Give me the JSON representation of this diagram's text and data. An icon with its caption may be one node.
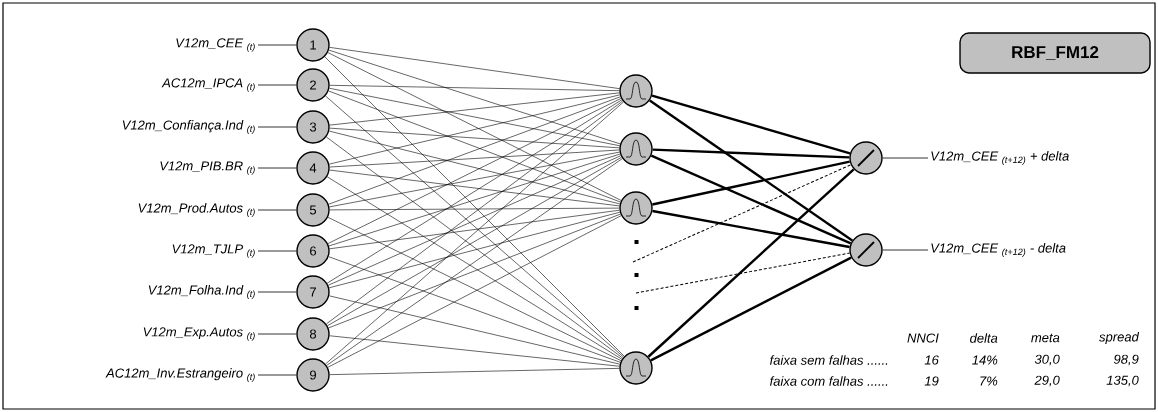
{
  "diagram": {
    "nodes": [
      {
        "text": [
          "V12m_CEE $_{(t)}$"
        ]
      },
      {
        "text": [
          "AC12m_IPCA $_{(t)}$"
        ]
      },
      {
        "text": [
          "V12m_Confiança.Ind $_{(t)}$"
        ]
      },
      {
        "text": [
          "V12m_PIB.BR $_{(t)}$"
        ]
      },
      {
        "text": [
          "V12m_Prod.Autos $_{(t)}$"
        ]
      },
      {
        "text": [
          "V12m_TJLP $_{(t)}$"
        ]
      },
      {
        "text": [
          "V12m_Folha.Ind $_{(t)}$"
        ]
      },
      {
        "text": [
          "V12m_Exp.Autos $_{(t)}$"
        ]
      },
      {
        "text": [
          "AC12m_Inv.Estrangeiro $_{(t)}$"
        ]
      },
      {
        "text": [
          "1"
        ]
      },
      {
        "text": [
          "2"
        ]
      },
      {
        "text": [
          "3"
        ]
      },
      {
        "text": [
          "4"
        ]
      },
      {
        "text": [
          "5"
        ]
      },
      {
        "text": [
          "6"
        ]
      },
      {
        "text": [
          "7"
        ]
      },
      {
        "text": [
          "8"
        ]
      },
      {
        "text": [
          "9"
        ]
      },
      {
        "text": [],
        "shape": "circle"
      },
      {
        "text": [],
        "shape": "circle"
      },
      {
        "text": [],
        "shape": "circle"
      },
      {
        "text": [],
        "shape": "circle"
      },
      {
        "text": [],
        "shape": "circle"
      },
      {
        "text": [],
        "shape": "circle"
      },
      {
        "text": [
          "V12m_CEE $_{(t+12)}$ + delta"
        ]
      },
      {
        "text": [
          "V12m_CEE $_{(t+12)}$ - delta"
        ]
      },
      {
        "text": [
          "RBF_FM12"
        ]
      }
    ],
    "edges": [
      {
        "from": 0,
        "to": 9,
        "arrow": "none"
      },
      {
        "from": 1,
        "to": 10,
        "arrow": "none"
      },
      {
        "from": 2,
        "to": 11,
        "arrow": "none"
      },
      {
        "from": 3,
        "to": 12,
        "arrow": "none"
      },
      {
        "from": 4,
        "to": 13,
        "arrow": "none"
      },
      {
        "from": 5,
        "to": 14,
        "arrow": "none"
      },
      {
        "from": 6,
        "to": 15,
        "arrow": "none"
      },
      {
        "from": 7,
        "to": 16,
        "arrow": "none"
      },
      {
        "from": 8,
        "to": 17,
        "arrow": "none"
      },
      {
        "from": 9,
        "to": 18,
        "arrow": "none"
      },
      {
        "from": 9,
        "to": 19,
        "arrow": "none"
      },
      {
        "from": 9,
        "to": 20,
        "arrow": "none"
      },
      {
        "from": 9,
        "to": 21,
        "arrow": "none"
      },
      {
        "from": 10,
        "to": 18,
        "arrow": "none"
      },
      {
        "from": 10,
        "to": 19,
        "arrow": "none"
      },
      {
        "from": 10,
        "to": 20,
        "arrow": "none"
      },
      {
        "from": 10,
        "to": 21,
        "arrow": "none"
      },
      {
        "from": 11,
        "to": 18,
        "arrow": "none"
      },
      {
        "from": 11,
        "to": 19,
        "arrow": "none"
      },
      {
        "from": 11,
        "to": 20,
        "arrow": "none"
      },
      {
        "from": 11,
        "to": 21,
        "arrow": "none"
      },
      {
        "from": 12,
        "to": 18,
        "arrow": "none"
      },
      {
        "from": 12,
        "to": 19,
        "arrow": "none"
      },
      {
        "from": 12,
        "to": 20,
        "arrow": "none"
      },
      {
        "from": 12,
        "to": 21,
        "arrow": "none"
      },
      {
        "from": 13,
        "to": 18,
        "arrow": "none"
      },
      {
        "from": 13,
        "to": 19,
        "arrow": "none"
      },
      {
        "from": 13,
        "to": 20,
        "arrow": "none"
      },
      {
        "from": 13,
        "to": 21,
        "arrow": "none"
      },
      {
        "from": 14,
        "to": 18,
        "arrow": "none"
      },
      {
        "from": 14,
        "to": 19,
        "arrow": "none"
      },
      {
        "from": 14,
        "to": 20,
        "arrow": "none"
      },
      {
        "from": 14,
        "to": 21,
        "arrow": "none"
      },
      {
        "from": 15,
        "to": 18,
        "arrow": "none"
      },
      {
        "from": 15,
        "to": 19,
        "arrow": "none"
      },
      {
        "from": 15,
        "to": 20,
        "arrow": "none"
      },
      {
        "from": 15,
        "to": 21,
        "arrow": "none"
      },
      {
        "from": 16,
        "to": 18,
        "arrow": "none"
      },
      {
        "from": 16,
        "to": 19,
        "arrow": "none"
      },
      {
        "from": 16,
        "to": 20,
        "arrow": "none"
      },
      {
        "from": 16,
        "to": 21,
        "arrow": "none"
      },
      {
        "from": 17,
        "to": 18,
        "arrow": "none"
      },
      {
        "from": 17,
        "to": 19,
        "arrow": "none"
      },
      {
        "from": 17,
        "to": 20,
        "arrow": "none"
      },
      {
        "from": 17,
        "to": 21,
        "arrow": "none"
      },
      {
        "from": 18,
        "to": 22,
        "arrow": "none",
        "style": "thick"
      },
      {
        "from": 18,
        "to": 23,
        "arrow": "none",
        "style": "thick"
      },
      {
        "from": 19,
        "to": 22,
        "arrow": "none",
        "style": "thick"
      },
      {
        "from": 19,
        "to": 23,
        "arrow": "none",
        "style": "thick"
      },
      {
        "from": 20,
        "to": 22,
        "arrow": "none",
        "style": "thick"
      },
      {
        "from": 20,
        "to": 23,
        "arrow": "none",
        "style": "thick"
      },
      {
        "from": 21,
        "to": 22,
        "arrow": "none",
        "style": "thick"
      },
      {
        "from": 21,
        "to": 23,
        "arrow": "none",
        "style": "thick"
      },
      {
        "from": null,
        "to": 22,
        "arrow": "none",
        "style": "dashed"
      },
      {
        "from": null,
        "to": 23,
        "arrow": "none",
        "style": "dashed"
      },
      {
        "from": 22,
        "to": 24,
        "arrow": "none"
      },
      {
        "from": 23,
        "to": 25,
        "arrow": "none"
      }
    ],
    "labels": [
      "NNCI",
      "delta",
      "meta",
      "spread",
      "faixa sem falhas ......",
      "16",
      "14%",
      "30,0",
      "98,9",
      "faixa com falhas ......",
      "19",
      "7%",
      "29,0",
      "135,0"
    ]
  }
}
